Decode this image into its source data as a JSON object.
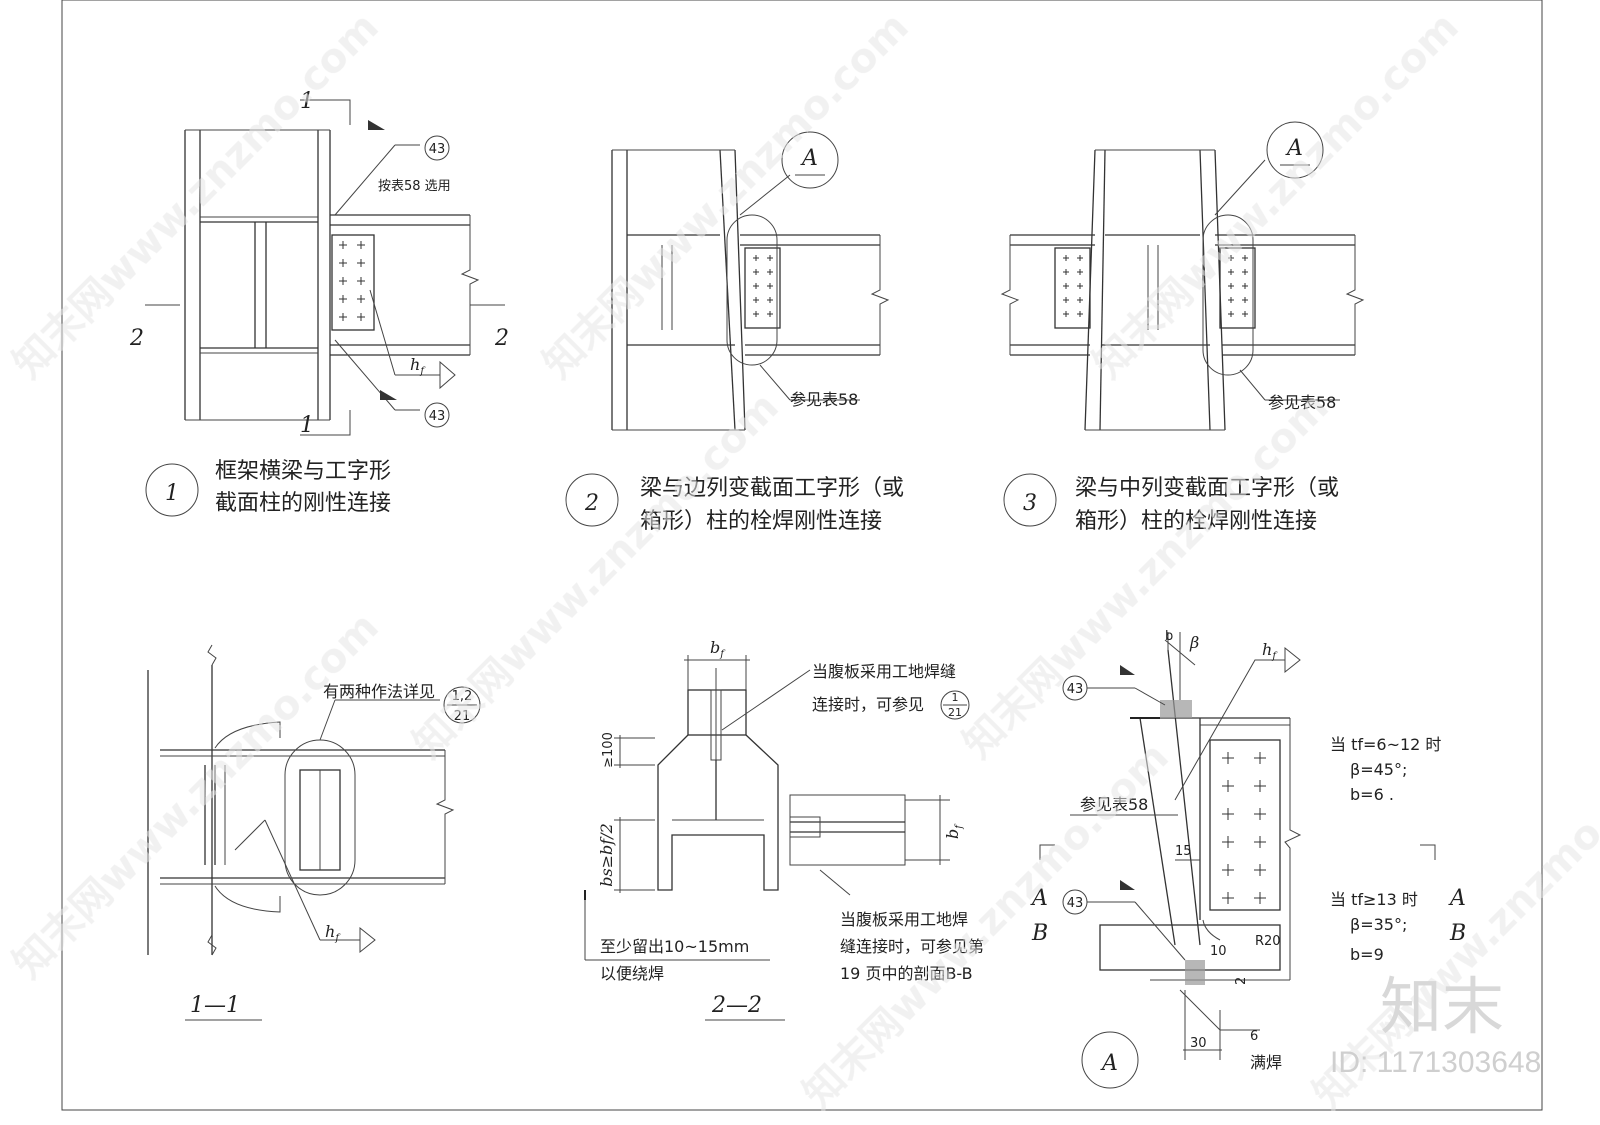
{
  "details": {
    "d1": {
      "number": "1",
      "caption_line1": "框架横梁与工字形",
      "caption_line2": "截面柱的刚性连接",
      "note_table": "按表58 选用",
      "weld_ref_top": "43",
      "weld_ref_bottom": "43",
      "section_mark_a": "1",
      "section_mark_b": "2",
      "hf": "h",
      "hf_sub": "f"
    },
    "d2": {
      "number": "2",
      "caption_line1": "梁与边列变截面工字形（或",
      "caption_line2": "箱形）柱的栓焊刚性连接",
      "detail_ref": "A",
      "note": "参见表58"
    },
    "d3": {
      "number": "3",
      "caption_line1": "梁与中列变截面工字形（或",
      "caption_line2": "箱形）柱的栓焊刚性连接",
      "detail_ref": "A",
      "note": "参见表58"
    },
    "sec11": {
      "title": "1—1",
      "note": "有两种作法详见",
      "ref_top": "1,2",
      "ref_bottom": "21",
      "hf": "h",
      "hf_sub": "f"
    },
    "sec22": {
      "title": "2—2",
      "bf": "b",
      "bf_sub": "f",
      "dim_100": "≥100",
      "bs_label": "bs≥bf/2",
      "note1_line1": "当腹板采用工地焊缝",
      "note1_line2": "连接时，可参见",
      "note1_ref_top": "1",
      "note1_ref_bottom": "21",
      "note2_line1": "当腹板采用工地焊",
      "note2_line2": "缝连接时，可参见第",
      "note2_line3": "19 页中的剖面B-B",
      "note3_line1": "至少留出10~15mm",
      "note3_line2": "以便绕焊"
    },
    "detA": {
      "title": "A",
      "b": "b",
      "beta": "β",
      "hf": "h",
      "hf_sub": "f",
      "weld_ref_top": "43",
      "weld_ref_bottom": "43",
      "note": "参见表58",
      "dim_15": "15",
      "dim_10": "10",
      "dim_r20": "R20",
      "dim_2": "2",
      "dim_30": "30",
      "dim_6": "6",
      "full_weld": "满焊",
      "cond1_line1": "当 tf=6~12 时",
      "cond1_line2": "β=45°;",
      "cond1_line3": "b=6 .",
      "cond2_line1": "当 tf≥13 时",
      "cond2_line2": "β=35°;",
      "cond2_line3": "b=9",
      "sec_a": "A",
      "sec_b": "B"
    }
  },
  "watermark": {
    "text": "知末网www.znzmo.com",
    "logo": "知末",
    "id": "ID: 1171303648"
  }
}
